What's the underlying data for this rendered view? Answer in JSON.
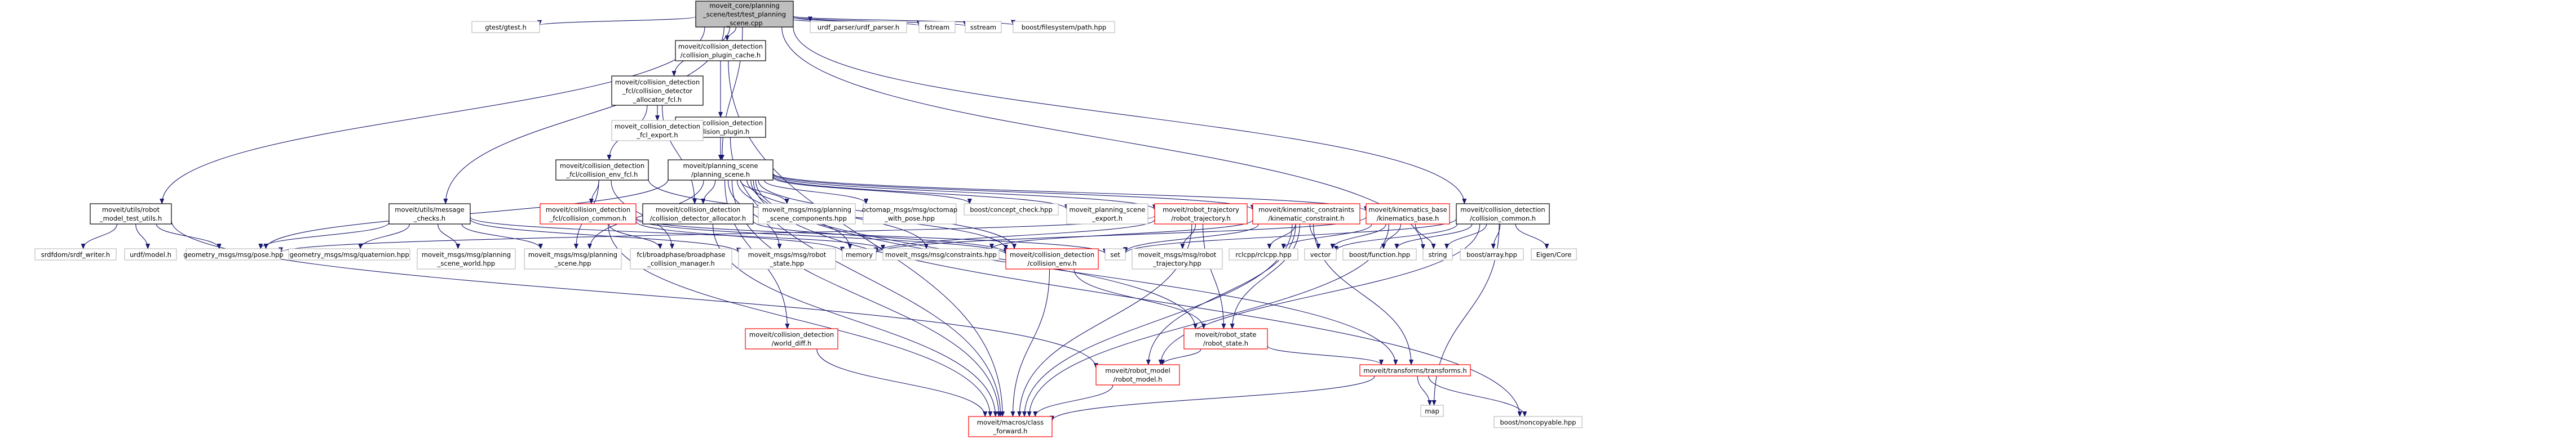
{
  "colors": {
    "root_fill": "#bfbfbf",
    "root_border": "#000000",
    "linked_border": "#000000",
    "undoc_border": "#ff0000",
    "leaf_border": "#bfbfbf",
    "text_linked": "#000000",
    "text_leaf": "#000000",
    "edge": "#191970"
  },
  "nodes": [
    {
      "id": "root",
      "kind": "root",
      "lines": [
        "moveit_core/planning",
        "_scene/test/test_planning",
        "_scene.cpp"
      ]
    },
    {
      "id": "gtest",
      "kind": "leaf",
      "lines": [
        "gtest/gtest.h"
      ]
    },
    {
      "id": "cplugin_cache",
      "kind": "linked",
      "lines": [
        "moveit/collision_detection",
        "/collision_plugin_cache.h"
      ]
    },
    {
      "id": "urdf_parser",
      "kind": "leaf",
      "lines": [
        "urdf_parser/urdf_parser.h"
      ]
    },
    {
      "id": "fstream",
      "kind": "leaf",
      "lines": [
        "fstream"
      ]
    },
    {
      "id": "sstream",
      "kind": "leaf",
      "lines": [
        "sstream"
      ]
    },
    {
      "id": "bfs_path",
      "kind": "leaf",
      "lines": [
        "boost/filesystem/path.hpp"
      ]
    },
    {
      "id": "alloc_fcl",
      "kind": "linked",
      "lines": [
        "moveit/collision_detection",
        "_fcl/collision_detector",
        "_allocator_fcl.h"
      ]
    },
    {
      "id": "cplugin",
      "kind": "linked",
      "lines": [
        "moveit/collision_detection",
        "/collision_plugin.h"
      ]
    },
    {
      "id": "fcl_export",
      "kind": "leaf",
      "lines": [
        "moveit_collision_detection",
        "_fcl_export.h"
      ]
    },
    {
      "id": "env_fcl",
      "kind": "linked",
      "lines": [
        "moveit/collision_detection",
        "_fcl/collision_env_fcl.h"
      ]
    },
    {
      "id": "planning_scene",
      "kind": "linked",
      "lines": [
        "moveit/planning_scene",
        "/planning_scene.h"
      ]
    },
    {
      "id": "robot_test_utils",
      "kind": "linked",
      "lines": [
        "moveit/utils/robot",
        "_model_test_utils.h"
      ]
    },
    {
      "id": "message_checks",
      "kind": "linked",
      "lines": [
        "moveit/utils/message",
        "_checks.h"
      ]
    },
    {
      "id": "fcl_common",
      "kind": "undoc",
      "lines": [
        "moveit/collision_detection",
        "_fcl/collision_common.h"
      ]
    },
    {
      "id": "detector_alloc",
      "kind": "linked",
      "lines": [
        "moveit/collision_detection",
        "/collision_detector_allocator.h"
      ]
    },
    {
      "id": "msg_ps_components",
      "kind": "leaf",
      "lines": [
        "moveit_msgs/msg/planning",
        "_scene_components.hpp"
      ]
    },
    {
      "id": "octomap_pose",
      "kind": "leaf",
      "lines": [
        "octomap_msgs/msg/octomap",
        "_with_pose.hpp"
      ]
    },
    {
      "id": "concept_check",
      "kind": "leaf",
      "lines": [
        "boost/concept_check.hpp"
      ]
    },
    {
      "id": "ps_export",
      "kind": "leaf",
      "lines": [
        "moveit_planning_scene",
        "_export.h"
      ]
    },
    {
      "id": "robot_trajectory",
      "kind": "undoc",
      "lines": [
        "moveit/robot_trajectory",
        "/robot_trajectory.h"
      ]
    },
    {
      "id": "kin_constraint",
      "kind": "undoc",
      "lines": [
        "moveit/kinematic_constraints",
        "/kinematic_constraint.h"
      ]
    },
    {
      "id": "kin_base",
      "kind": "undoc",
      "lines": [
        "moveit/kinematics_base",
        "/kinematics_base.h"
      ]
    },
    {
      "id": "cd_common",
      "kind": "linked",
      "lines": [
        "moveit/collision_detection",
        "/collision_common.h"
      ]
    },
    {
      "id": "srdfdom_writer",
      "kind": "leaf",
      "lines": [
        "srdfdom/srdf_writer.h"
      ]
    },
    {
      "id": "urdf_model",
      "kind": "leaf",
      "lines": [
        "urdf/model.h"
      ]
    },
    {
      "id": "geom_pose",
      "kind": "leaf",
      "lines": [
        "geometry_msgs/msg/pose.hpp"
      ]
    },
    {
      "id": "geom_quat",
      "kind": "leaf",
      "lines": [
        "geometry_msgs/msg/quaternion.hpp"
      ]
    },
    {
      "id": "msg_ps_world",
      "kind": "leaf",
      "lines": [
        "moveit_msgs/msg/planning",
        "_scene_world.hpp"
      ]
    },
    {
      "id": "msg_ps",
      "kind": "leaf",
      "lines": [
        "moveit_msgs/msg/planning",
        "_scene.hpp"
      ]
    },
    {
      "id": "broadphase",
      "kind": "leaf",
      "lines": [
        "fcl/broadphase/broadphase",
        "_collision_manager.h"
      ]
    },
    {
      "id": "msg_robot_state",
      "kind": "leaf",
      "lines": [
        "moveit_msgs/msg/robot",
        "_state.hpp"
      ]
    },
    {
      "id": "memory",
      "kind": "leaf",
      "lines": [
        "memory"
      ]
    },
    {
      "id": "msg_constraints",
      "kind": "leaf",
      "lines": [
        "moveit_msgs/msg/constraints.hpp"
      ]
    },
    {
      "id": "collision_env",
      "kind": "undoc",
      "lines": [
        "moveit/collision_detection",
        "/collision_env.h"
      ]
    },
    {
      "id": "set",
      "kind": "leaf",
      "lines": [
        "set"
      ]
    },
    {
      "id": "msg_robot_traj",
      "kind": "leaf",
      "lines": [
        "moveit_msgs/msg/robot",
        "_trajectory.hpp"
      ]
    },
    {
      "id": "rclcpp",
      "kind": "leaf",
      "lines": [
        "rclcpp/rclcpp.hpp"
      ]
    },
    {
      "id": "vector",
      "kind": "leaf",
      "lines": [
        "vector"
      ]
    },
    {
      "id": "boost_function",
      "kind": "leaf",
      "lines": [
        "boost/function.hpp"
      ]
    },
    {
      "id": "string",
      "kind": "leaf",
      "lines": [
        "string"
      ]
    },
    {
      "id": "boost_array",
      "kind": "leaf",
      "lines": [
        "boost/array.hpp"
      ]
    },
    {
      "id": "eigen_core",
      "kind": "leaf",
      "lines": [
        "Eigen/Core"
      ]
    },
    {
      "id": "world_diff",
      "kind": "undoc",
      "lines": [
        "moveit/collision_detection",
        "/world_diff.h"
      ]
    },
    {
      "id": "robot_state",
      "kind": "undoc",
      "lines": [
        "moveit/robot_state",
        "/robot_state.h"
      ]
    },
    {
      "id": "robot_model",
      "kind": "undoc",
      "lines": [
        "moveit/robot_model",
        "/robot_model.h"
      ]
    },
    {
      "id": "transforms",
      "kind": "undoc",
      "lines": [
        "moveit/transforms/transforms.h"
      ]
    },
    {
      "id": "class_forward",
      "kind": "undoc",
      "lines": [
        "moveit/macros/class",
        "_forward.h"
      ]
    },
    {
      "id": "map",
      "kind": "leaf",
      "lines": [
        "map"
      ]
    },
    {
      "id": "noncopyable",
      "kind": "leaf",
      "lines": [
        "boost/noncopyable.hpp"
      ]
    }
  ]
}
